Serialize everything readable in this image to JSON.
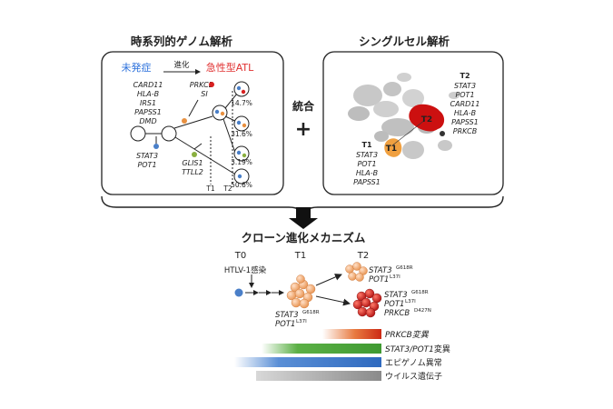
{
  "panels": {
    "left_title": "時系列的ゲノム解析",
    "right_title": "シングルセル解析",
    "combine_label": "統合",
    "plus": "+",
    "bottom_title": "クローン進化メカニズム"
  },
  "genomic": {
    "start_label": "未発症",
    "arrow_label": "進化",
    "end_label": "急性型ATL",
    "genes_a": [
      "CARD11",
      "HLA-B",
      "IRS1",
      "PAPSS1",
      "DMD"
    ],
    "genes_b": [
      "STAT3",
      "POT1"
    ],
    "genes_c": [
      "PRKCB",
      "SI"
    ],
    "genes_d": [
      "GLIS1",
      "TTLL2"
    ],
    "percents": [
      "14.7%",
      "31.6%",
      "3.19%",
      "50.6%"
    ],
    "t1": "T1",
    "t2": "T2"
  },
  "singlecell": {
    "t2_title": "T2",
    "t2_genes": [
      "STAT3",
      "POT1",
      "CARD11",
      "HLA-B",
      "PAPSS1",
      "PRKCB"
    ],
    "t1_title": "T1",
    "t1_genes": [
      "STAT3",
      "POT1",
      "HLA-B",
      "PAPSS1"
    ],
    "cluster_t1": "T1",
    "cluster_t2": "T2"
  },
  "evolution": {
    "stage_labels": [
      "T0",
      "T1",
      "T2"
    ],
    "infection_label": "HTLV-1感染",
    "t1_gene1": "STAT3",
    "t1_sup1": "G618R",
    "t1_gene2": "POT1",
    "t1_sup2": "L37I",
    "t2a_gene1": "STAT3",
    "t2a_sup1": "G618R",
    "t2a_gene2": "POT1",
    "t2a_sup2": "L37I",
    "t2b_gene1": "STAT3",
    "t2b_sup1": "G618R",
    "t2b_gene2": "POT1",
    "t2b_sup2": "L37I",
    "t2b_gene3": "PRKCB",
    "t2b_sup3": "D427N"
  },
  "bars": {
    "prkcb": "PRKCB変異",
    "stat3_pot1_italic": "STAT3/POT1",
    "stat3_pot1_suffix": "変異",
    "epigenome": "エピゲノム異常",
    "viral": "ウイルス遺伝子"
  },
  "colors": {
    "blue_text": "#2a6fdb",
    "red_text": "#e03030",
    "orange_cluster": "#f0a040",
    "red_cluster": "#cc1010",
    "green_bar": "#55a840",
    "blue_bar": "#3a78c8",
    "gray_bar": "#888888",
    "red_bar": "#d03020"
  }
}
